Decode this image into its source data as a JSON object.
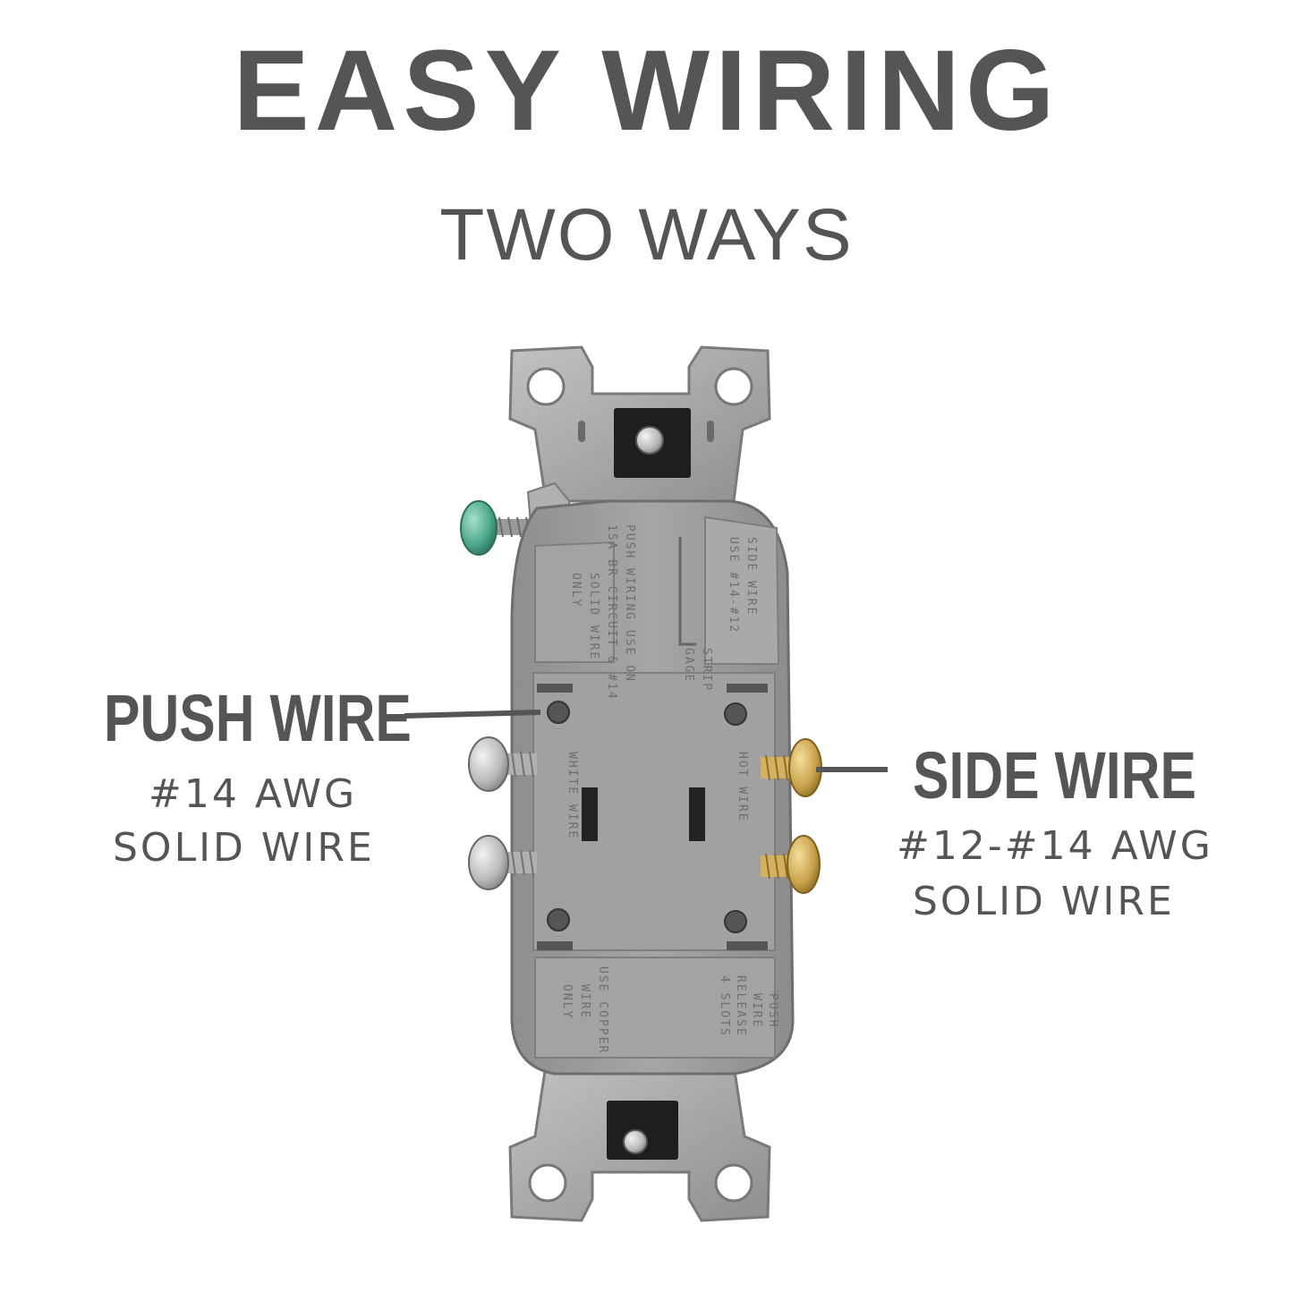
{
  "title": "EASY WIRING",
  "subtitle": "TWO WAYS",
  "push_wire": {
    "label": "PUSH WIRE",
    "gauge": "#14 AWG",
    "type": "SOLID WIRE"
  },
  "side_wire": {
    "label": "SIDE WIRE",
    "gauge": "#12-#14 AWG",
    "type": "SOLID WIRE"
  },
  "colors": {
    "text": "#555555",
    "housing": "#9d9d9d",
    "strap": "#a9a9a9",
    "brass_screw": "#c8a24a",
    "silver_screw": "#b9b9b9",
    "ground_screw": "#4aa58a"
  }
}
